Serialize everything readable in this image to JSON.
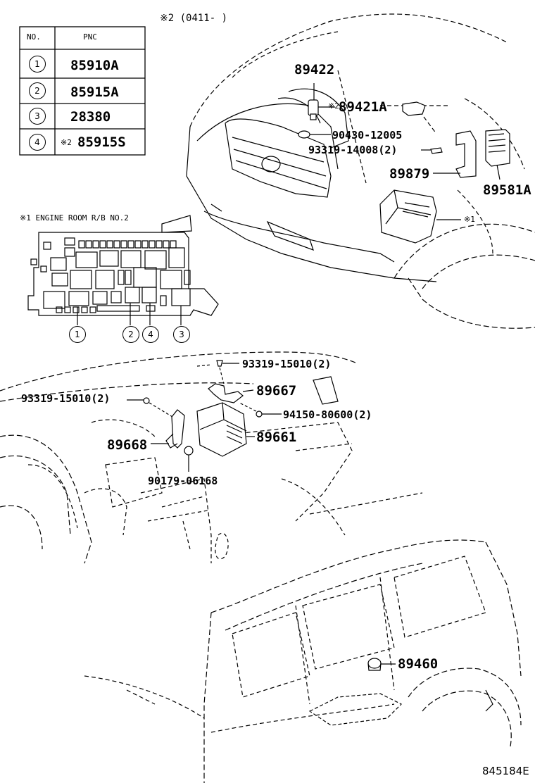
{
  "series_note": "※2 (0411-     )",
  "table": {
    "headers": {
      "no": "NO.",
      "pnc": "PNC"
    },
    "rows": [
      {
        "no": "1",
        "pnc": "85910A",
        "mark": ""
      },
      {
        "no": "2",
        "pnc": "85915A",
        "mark": ""
      },
      {
        "no": "3",
        "pnc": "28380",
        "mark": ""
      },
      {
        "no": "4",
        "pnc": "85915S",
        "mark": "※2"
      }
    ]
  },
  "relay_box": {
    "title": "※1 ENGINE ROOM R/B NO.2",
    "callouts": [
      "1",
      "2",
      "4",
      "3"
    ]
  },
  "engine_labels": {
    "p89422": "89422",
    "p89421a_mark": "※2",
    "p89421a": "89421A",
    "p90430": "90430-12005",
    "p93319_14008": "93319-14008(2)",
    "p89879": "89879",
    "p89581a": "89581A",
    "mark1": "※1"
  },
  "dash_labels": {
    "p93319_a": "93319-15010(2)",
    "p89667": "89667",
    "p93319_b": "93319-15010(2)",
    "p94150": "94150-80600(2)",
    "p89668": "89668",
    "p89661": "89661",
    "p90179": "90179-06168"
  },
  "body_labels": {
    "p89460": "89460"
  },
  "diagram_id": "845184E"
}
